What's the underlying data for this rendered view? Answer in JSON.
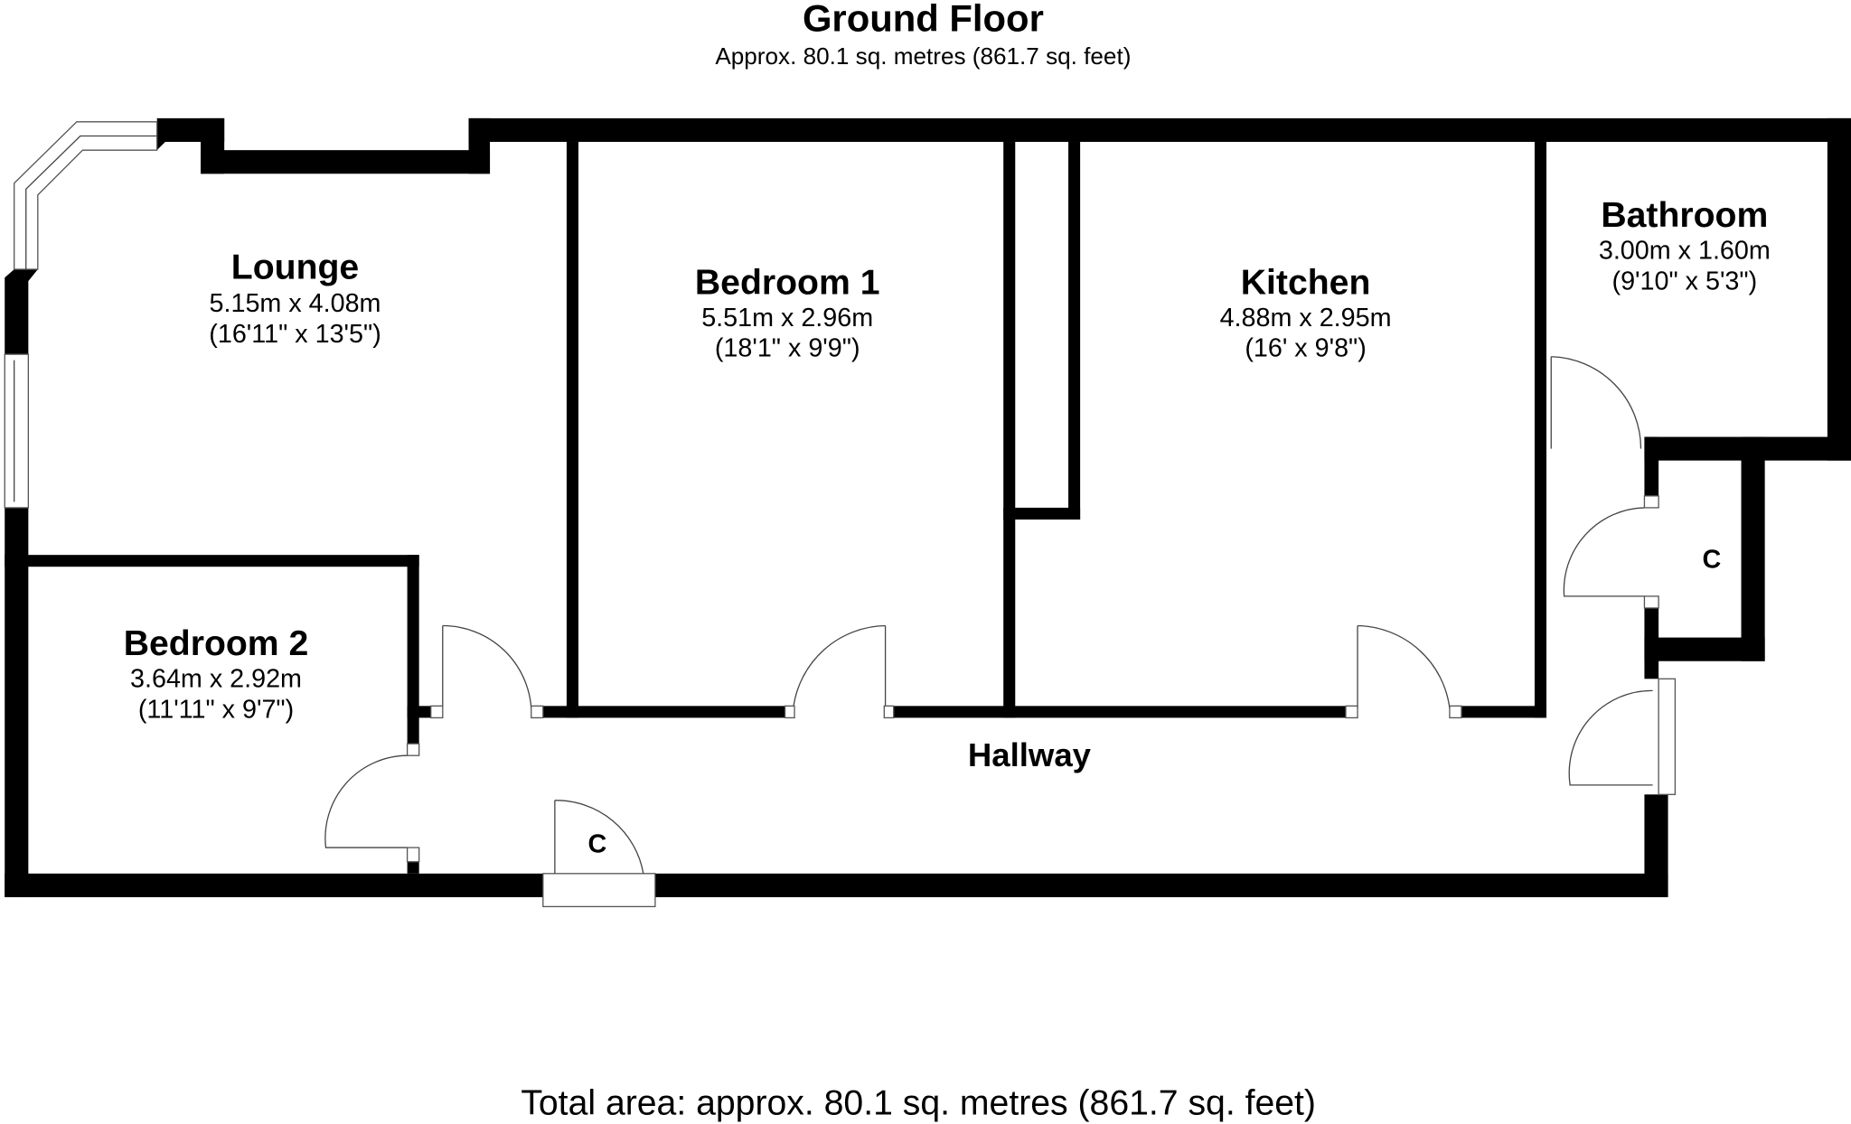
{
  "header": {
    "title": "Ground Floor",
    "subtitle": "Approx. 80.1 sq. metres (861.7 sq. feet)"
  },
  "rooms": {
    "lounge": {
      "name": "Lounge",
      "metric": "5.15m x 4.08m",
      "imperial": "(16'11\" x 13'5\")"
    },
    "bedroom1": {
      "name": "Bedroom 1",
      "metric": "5.51m x 2.96m",
      "imperial": "(18'1\" x 9'9\")"
    },
    "kitchen": {
      "name": "Kitchen",
      "metric": "4.88m x 2.95m",
      "imperial": "(16' x 9'8\")"
    },
    "bathroom": {
      "name": "Bathroom",
      "metric": "3.00m x 1.60m",
      "imperial": "(9'10\" x 5'3\")"
    },
    "bedroom2": {
      "name": "Bedroom 2",
      "metric": "3.64m x 2.92m",
      "imperial": "(11'11\" x 9'7\")"
    },
    "hallway": {
      "name": "Hallway"
    },
    "cupboard_right": {
      "name": "C"
    },
    "cupboard_hall": {
      "name": "C"
    }
  },
  "footer": {
    "total": "Total area: approx. 80.1 sq. metres (861.7 sq. feet)"
  }
}
